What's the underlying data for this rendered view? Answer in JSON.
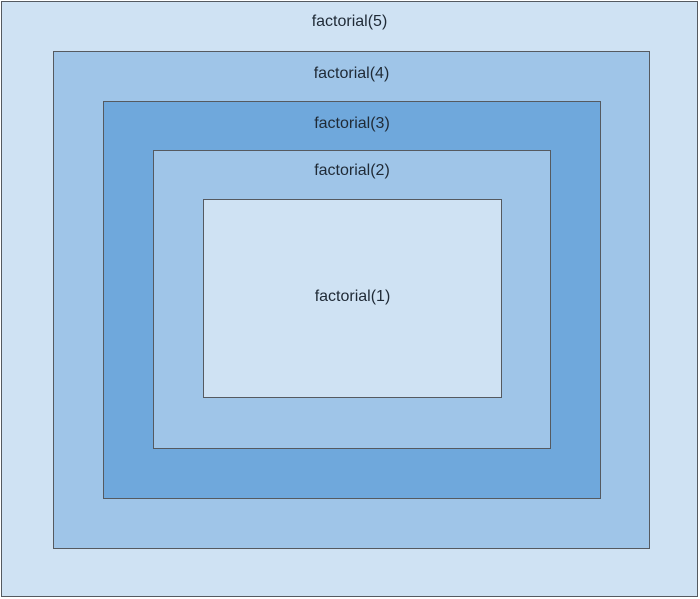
{
  "diagram": {
    "levels": [
      {
        "label": "factorial(5)",
        "fill": "#cfe2f3"
      },
      {
        "label": "factorial(4)",
        "fill": "#9fc5e8"
      },
      {
        "label": "factorial(3)",
        "fill": "#6fa8dc"
      },
      {
        "label": "factorial(2)",
        "fill": "#9fc5e8"
      },
      {
        "label": "factorial(1)",
        "fill": "#cfe2f3"
      }
    ],
    "border_color": "#555a60",
    "text_color": "#1f2a36"
  }
}
